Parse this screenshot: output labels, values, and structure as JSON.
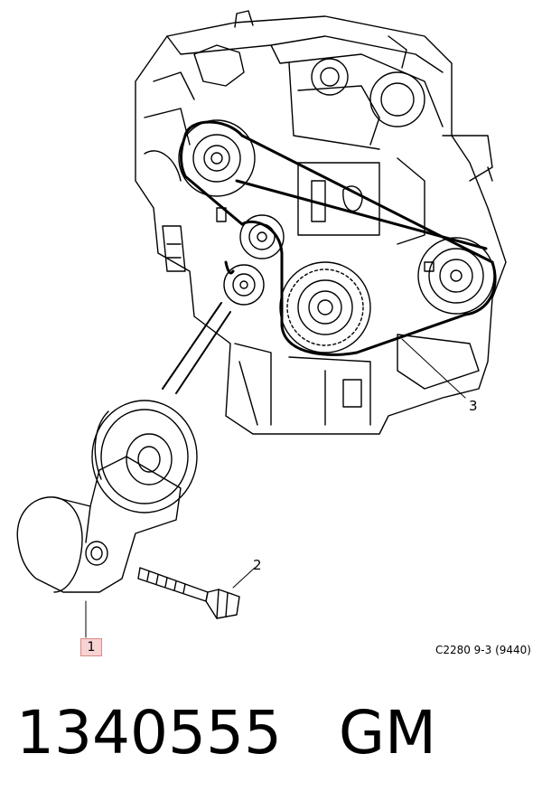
{
  "callouts": {
    "one": "1",
    "two": "2",
    "three": "3"
  },
  "figure_code": "C2280 9-3 (9440)",
  "part_number": "1340555",
  "brand": "GM",
  "highlight_color": "#f7d3d3"
}
